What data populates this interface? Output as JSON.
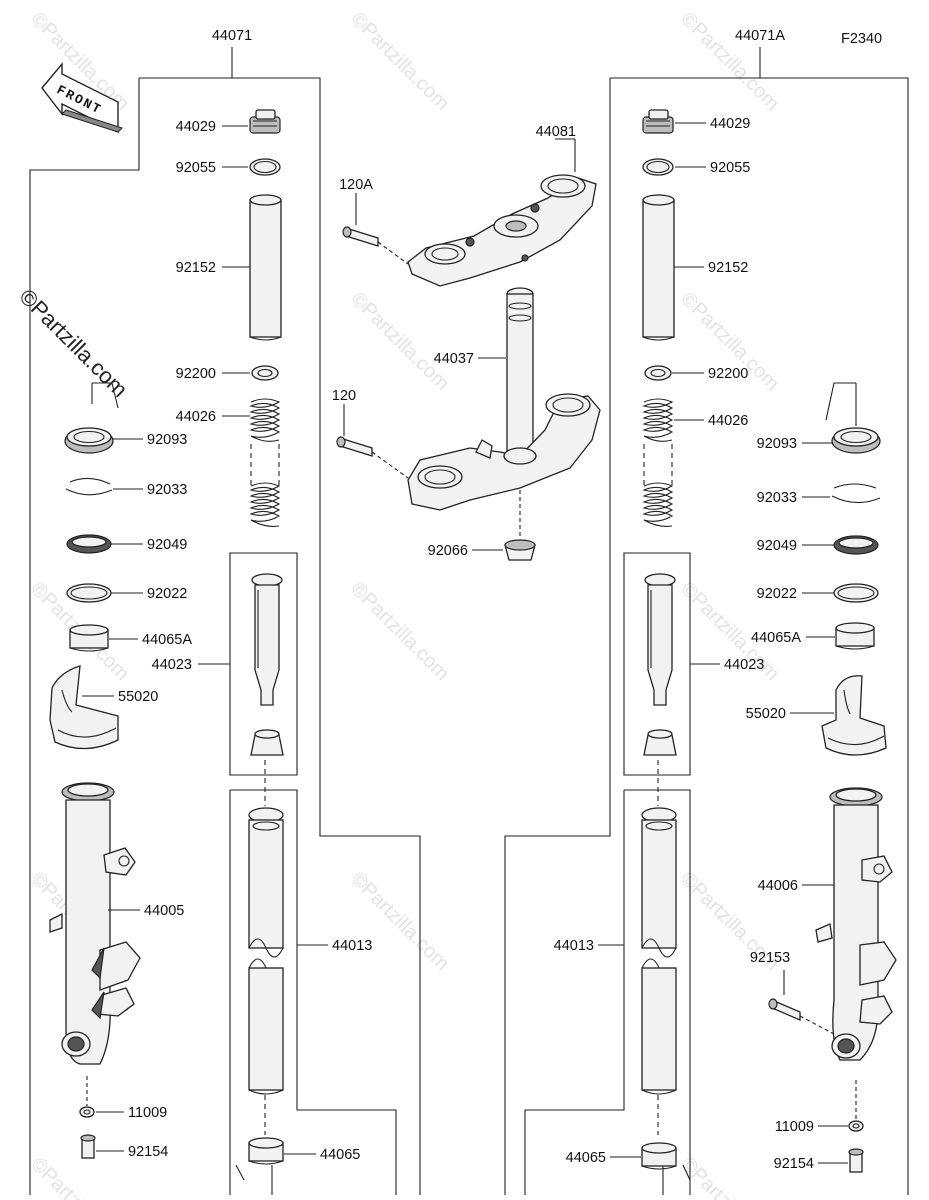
{
  "diagram_code": "F2340",
  "front_label": "FRONT",
  "watermark_text": "©Partzilla.com",
  "assemblies": {
    "left": "44071",
    "right": "44071A"
  },
  "left_labels": {
    "p44029": "44029",
    "p92055": "92055",
    "p92152": "92152",
    "p92200": "92200",
    "p44026": "44026",
    "p92093": "92093",
    "p92033": "92033",
    "p92049": "92049",
    "p92022": "92022",
    "p44065A": "44065A",
    "p44023": "44023",
    "p55020": "55020",
    "p44005": "44005",
    "p44013": "44013",
    "p11009": "11009",
    "p44065": "44065",
    "p92154": "92154"
  },
  "center_labels": {
    "p44081": "44081",
    "p120A": "120A",
    "p44037": "44037",
    "p120": "120",
    "p92066": "92066"
  },
  "right_labels": {
    "p44029": "44029",
    "p92055": "92055",
    "p92152": "92152",
    "p92200": "92200",
    "p44026": "44026",
    "p92093": "92093",
    "p92033": "92033",
    "p92049": "92049",
    "p92022": "92022",
    "p44065A": "44065A",
    "p44023": "44023",
    "p55020": "55020",
    "p44006": "44006",
    "p92153": "92153",
    "p44013": "44013",
    "p11009": "11009",
    "p44065": "44065",
    "p92154": "92154"
  }
}
